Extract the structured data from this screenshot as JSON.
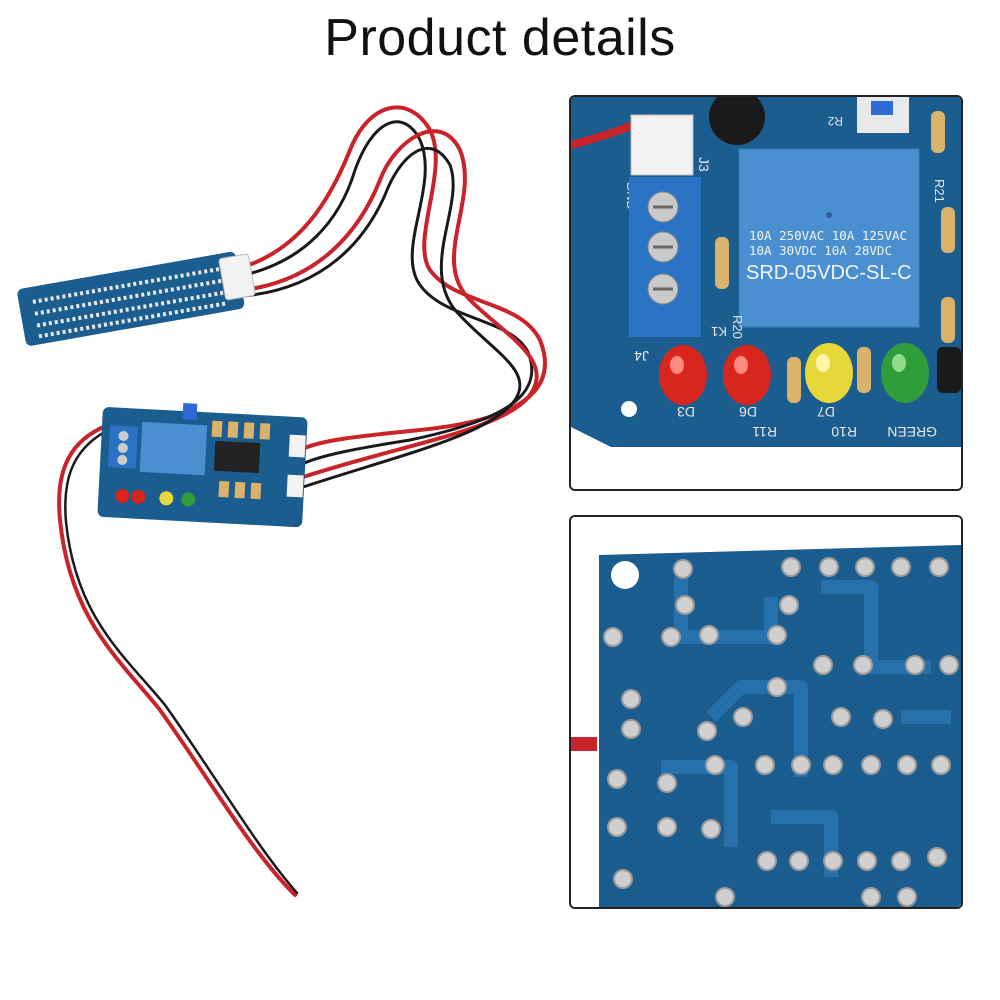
{
  "title": "Product details",
  "relay": {
    "line1": "10A 250VAC  10A 125VAC",
    "line2": "10A  30VDC  10A  28VDC",
    "model": "SRD-05VDC-SL-C"
  },
  "silkscreen": {
    "gnd": "GND",
    "j3": "J3",
    "j4": "J4",
    "k1": "K1",
    "r20": "R20",
    "r21": "R21",
    "d3": "D3",
    "d6": "D6",
    "d7": "D7",
    "r10": "R10",
    "r11": "R11",
    "green": "GREEN",
    "r2": "R2"
  },
  "colors": {
    "pcb": "#1c5d8f",
    "relay": "#4a8fd0",
    "terminal": "#2a73c4",
    "wire_red": "#c8242a",
    "wire_black": "#1a1a1a",
    "led_red": "#d8251d",
    "led_yellow": "#e7d83a",
    "led_green": "#2f9e3a"
  }
}
